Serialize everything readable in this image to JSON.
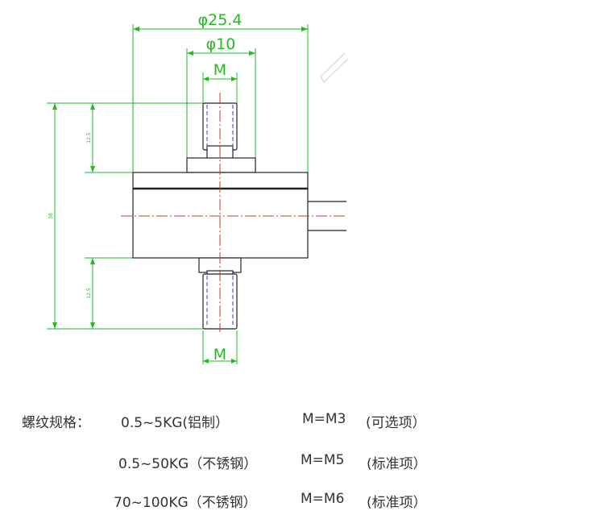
{
  "drawing": {
    "dim_outer_diameter": "φ25.4",
    "dim_body_diameter": "φ10",
    "dim_thread_top": "M",
    "dim_thread_bottom": "M",
    "dim_total_height": "38",
    "dim_upper_stud": "12.5",
    "dim_lower_stud": "12.5"
  },
  "specs": {
    "label": "螺纹规格：",
    "rows": [
      {
        "range": "0.5~5KG(铝制）",
        "thread": "M=M3",
        "note": "(可选项）"
      },
      {
        "range": "0.5~50KG（不锈钢）",
        "thread": "M=M5",
        "note": "(标准项）"
      },
      {
        "range": "70~100KG（不锈钢）",
        "thread": "M=M6",
        "note": "(标准项）"
      }
    ]
  },
  "colors": {
    "dimension": "#22bb22",
    "outline": "#222222",
    "centerline": "#c0392b",
    "hidden": "#3b3bb0",
    "text": "#333333"
  }
}
